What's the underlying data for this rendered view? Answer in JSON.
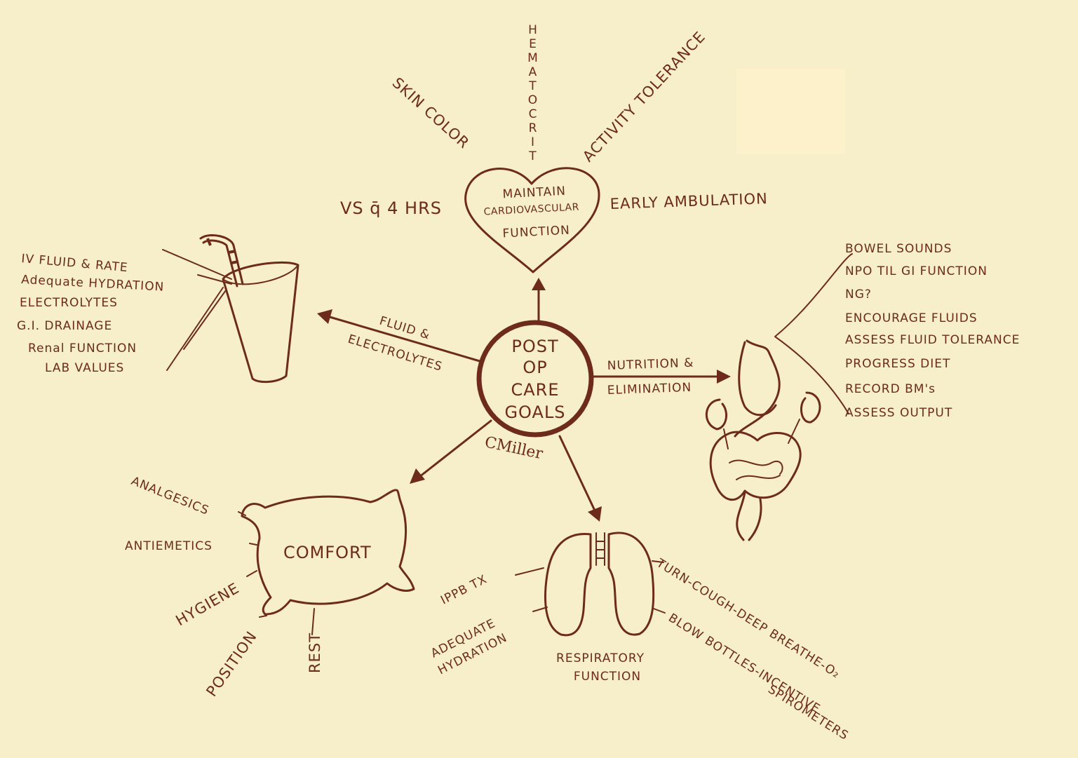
{
  "center": {
    "lines": [
      "POST",
      "OP",
      "CARE",
      "GOALS"
    ],
    "signature": "CMiller"
  },
  "cardio": {
    "heart_lines": [
      "MAINTAIN",
      "CARDIOVASCULAR",
      "FUNCTION"
    ],
    "hematocrit_letters": [
      "H",
      "E",
      "M",
      "A",
      "T",
      "O",
      "C",
      "R",
      "I",
      "T"
    ],
    "skin_color": "SKIN COLOR",
    "activity_tolerance": "ACTIVITY TOLERANCE",
    "vs": "VS q̄ 4 HRS",
    "early_ambulation": "EARLY AMBULATION"
  },
  "fluid": {
    "arrow_label_1": "FLUID &",
    "arrow_label_2": "ELECTROLYTES",
    "items": [
      "IV FLUID & RATE",
      "Adequate HYDRATION",
      "ELECTROLYTES",
      "G.I. DRAINAGE",
      "Renal FUNCTION",
      "LAB VALUES"
    ]
  },
  "nutrition": {
    "arrow_label_1": "NUTRITION &",
    "arrow_label_2": "ELIMINATION",
    "items": [
      "BOWEL SOUNDS",
      "NPO TIL GI FUNCTION",
      "NG?",
      "ENCOURAGE FLUIDS",
      "ASSESS FLUID TOLERANCE",
      "PROGRESS DIET",
      "RECORD BM's",
      "ASSESS OUTPUT"
    ]
  },
  "comfort": {
    "title": "COMFORT",
    "analgesics": "ANALGESICS",
    "antiemetics": "ANTIEMETICS",
    "hygiene": "HYGIENE",
    "position": "POSITION",
    "rest": "REST"
  },
  "respiratory": {
    "title_1": "RESPIRATORY",
    "title_2": "FUNCTION",
    "ippb": "IPPB TX",
    "hydration_1": "ADEQUATE",
    "hydration_2": "HYDRATION",
    "turn_cough": "TURN-COUGH-DEEP BREATHE-O₂",
    "blow_bottles": "BLOW BOTTLES-INCENTIVE",
    "spirometers": "SPIROMETERS"
  },
  "colors": {
    "ink": "#6e2b1c",
    "paper": "#f6efc9",
    "patch": "#fdf1cc"
  }
}
